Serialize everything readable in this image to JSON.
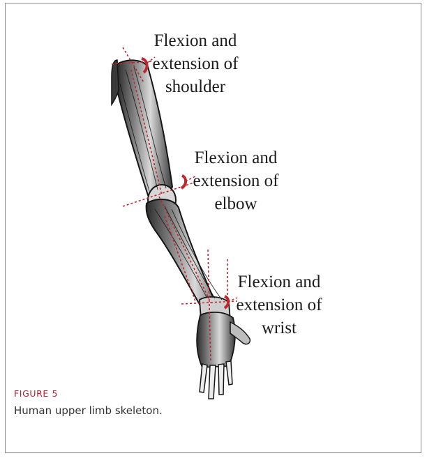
{
  "labels": {
    "shoulder": {
      "line1": "Flexion and",
      "line2": "extension of",
      "line3": "shoulder"
    },
    "elbow": {
      "line1": "Flexion and",
      "line2": "extension of",
      "line3": "elbow"
    },
    "wrist": {
      "line1": "Flexion and",
      "line2": "extension of",
      "line3": "wrist"
    }
  },
  "caption": {
    "number": "FIGURE 5",
    "text": "Human upper limb skeleton."
  },
  "colors": {
    "annotation": "#c0262d",
    "caption_accent": "#b3202f",
    "border": "#8a8a8a"
  }
}
